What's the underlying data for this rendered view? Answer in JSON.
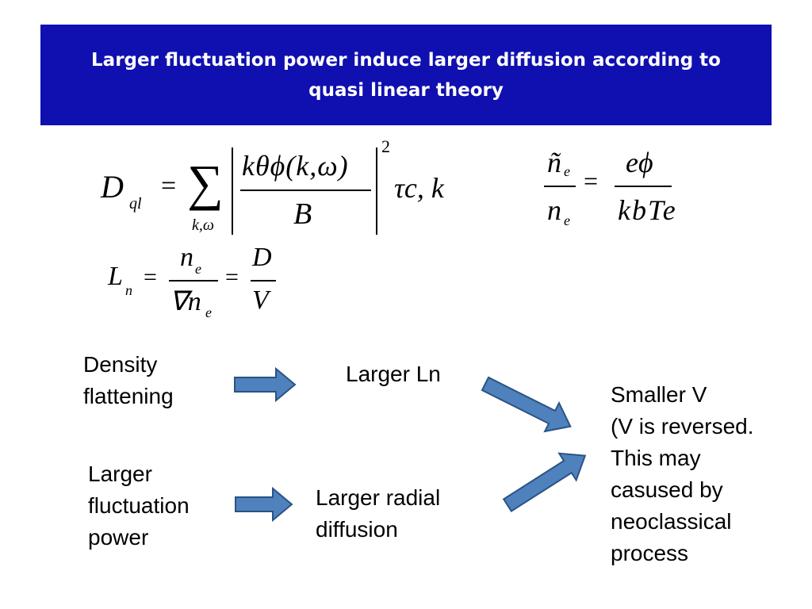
{
  "title": {
    "line1": "Larger fluctuation power induce larger diffusion according to",
    "line2": "quasi linear theory"
  },
  "equations": {
    "eq1": {
      "lhs": "D",
      "lhs_sub": "ql",
      "eq": "=",
      "sum": "∑",
      "sum_sub": "k,ω",
      "num": "kθϕ(k,ω)",
      "den": "B",
      "power": "2",
      "tail": "τc, k"
    },
    "eq2": {
      "lhs_num": "ñ",
      "lhs_num_sub": "e",
      "lhs_den": "n",
      "lhs_den_sub": "e",
      "eq": "=",
      "rhs_num": "eϕ",
      "rhs_den": "kbTe"
    },
    "eq3": {
      "lhs": "L",
      "lhs_sub": "n",
      "eq1": "=",
      "num1": "n",
      "num1_sub": "e",
      "den1": "∇n",
      "den1_sub": "e",
      "eq2": "=",
      "num2": "D",
      "den2": "V"
    }
  },
  "flow": {
    "density_flattening": "Density\nflattening",
    "larger_ln": "Larger Ln",
    "smaller_v": "Smaller V\n(V is reversed.\nThis may\ncasused by\nneoclassical\nprocess",
    "larger_fluctuation_power": "Larger\nfluctuation\npower",
    "larger_radial_diffusion": "Larger radial\ndiffusion"
  },
  "colors": {
    "title_bg": "#1010b0",
    "title_text": "#ffffff",
    "arrow_fill": "#4f81bd",
    "arrow_stroke": "#2a5384"
  }
}
